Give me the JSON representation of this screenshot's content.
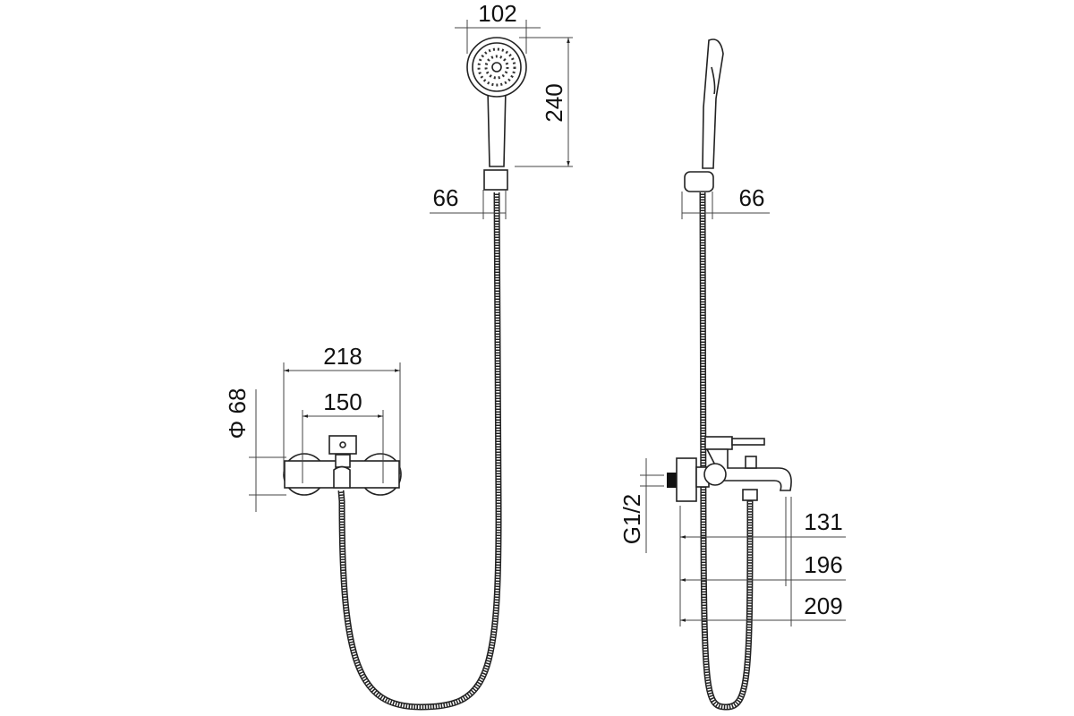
{
  "drawing": {
    "front_view": {
      "head_width": "102",
      "head_length": "240",
      "holder_offset": "66",
      "mixer_width": "218",
      "mixer_centers": "150",
      "rosette_diameter": "Φ 68"
    },
    "side_view": {
      "holder_offset": "66",
      "thread": "G1/2",
      "depth_1": "131",
      "depth_2": "196",
      "depth_3": "209"
    }
  }
}
